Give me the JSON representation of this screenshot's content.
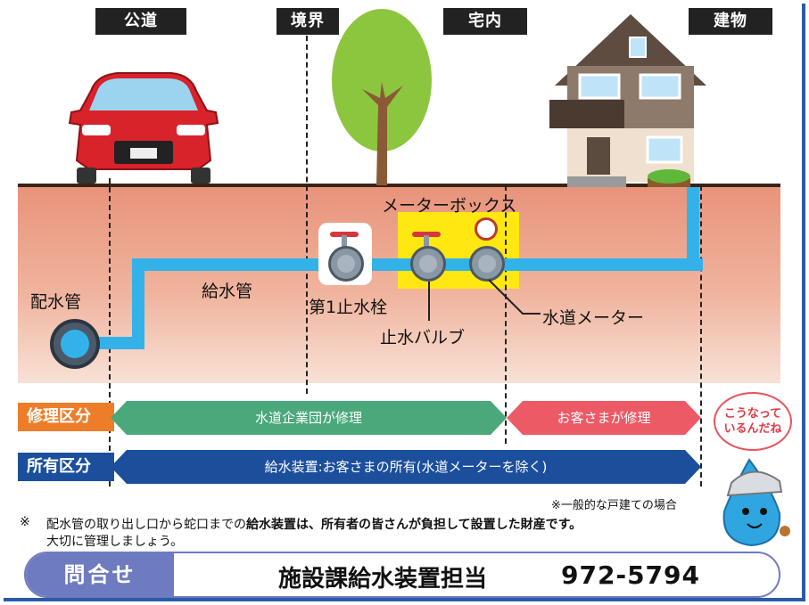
{
  "zones": {
    "road": "公道",
    "boundary": "境界",
    "premises": "宅内",
    "building": "建物"
  },
  "labels": {
    "main_pipe": "配水管",
    "service_pipe": "給水管",
    "meter_box": "メーターボックス",
    "first_stop_tap": "第1止水栓",
    "stop_valve": "止水バルブ",
    "water_meter": "水道メーター"
  },
  "repair": {
    "tag": "修理区分",
    "utility": "水道企業団が修理",
    "customer": "お客さまが修理"
  },
  "ownership": {
    "tag": "所有区分",
    "text": "給水装置:お客さまの所有(水道メーターを除く)"
  },
  "footnote": "※一般的な戸建ての場合",
  "notice": {
    "mark": "※",
    "line1_prefix": "配水管の取り出し口から蛇口までの",
    "line1_bold": "給水装置は、所有者の皆さんが負担して設置した財産です。",
    "line2": "大切に管理しましょう。"
  },
  "contact": {
    "label": "問合せ",
    "department": "施設課給水装置担当",
    "phone": "972-5794"
  },
  "mascot": {
    "bubble": "こうなって\nいるんだね"
  },
  "colors": {
    "pipe": "#33b2ea",
    "utility_arrow": "#4aa87a",
    "customer_arrow": "#ec5a66",
    "ownership_arrow": "#1b4f9c",
    "meter_box": "#ffe812"
  }
}
